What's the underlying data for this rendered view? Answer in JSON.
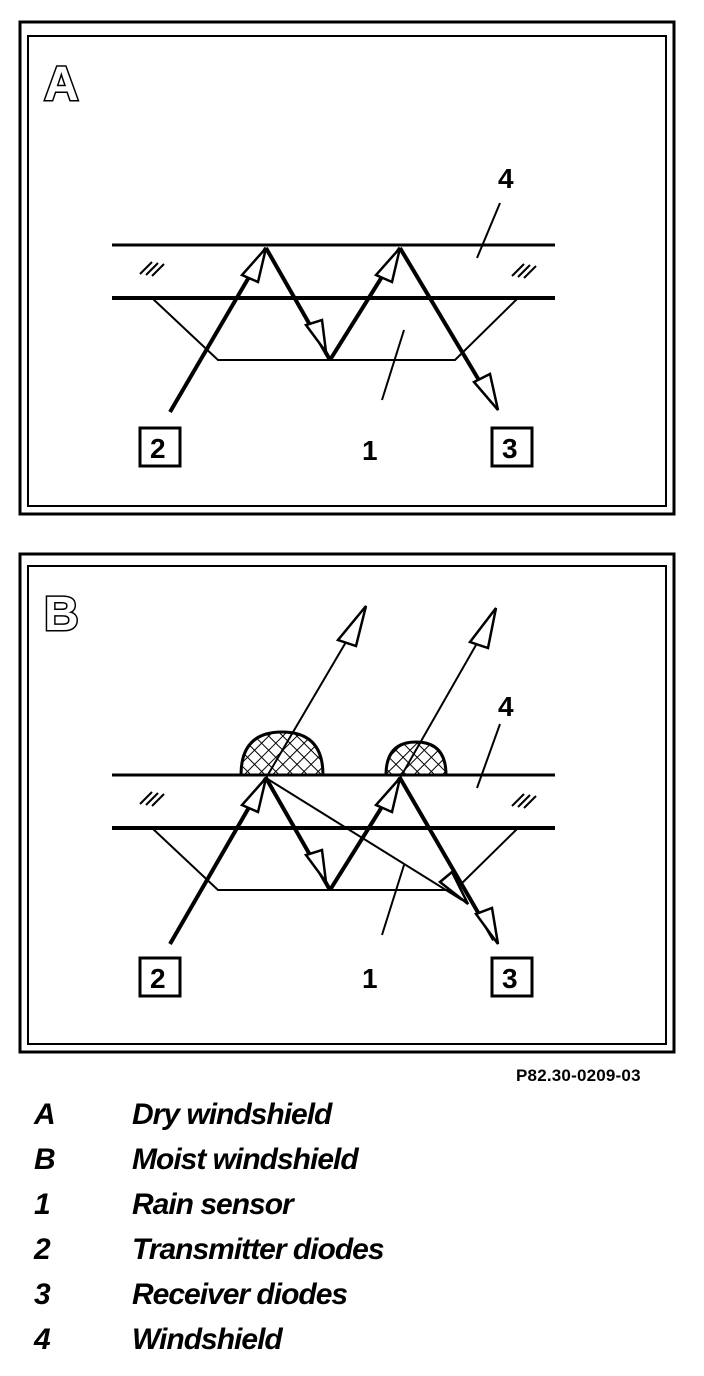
{
  "panels": [
    {
      "id": "A",
      "letter": "A",
      "windshield_num": "4",
      "sensor_num": "1",
      "transmitter_num": "2",
      "receiver_num": "3"
    },
    {
      "id": "B",
      "letter": "B",
      "windshield_num": "4",
      "sensor_num": "1",
      "transmitter_num": "2",
      "receiver_num": "3"
    }
  ],
  "figure_ref": "P82.30-0209-03",
  "legend": [
    {
      "key": "A",
      "text": "Dry windshield"
    },
    {
      "key": "B",
      "text": "Moist windshield"
    },
    {
      "key": "1",
      "text": "Rain sensor"
    },
    {
      "key": "2",
      "text": "Transmitter diodes"
    },
    {
      "key": "3",
      "text": "Receiver diodes"
    },
    {
      "key": "4",
      "text": "Windshield"
    }
  ]
}
